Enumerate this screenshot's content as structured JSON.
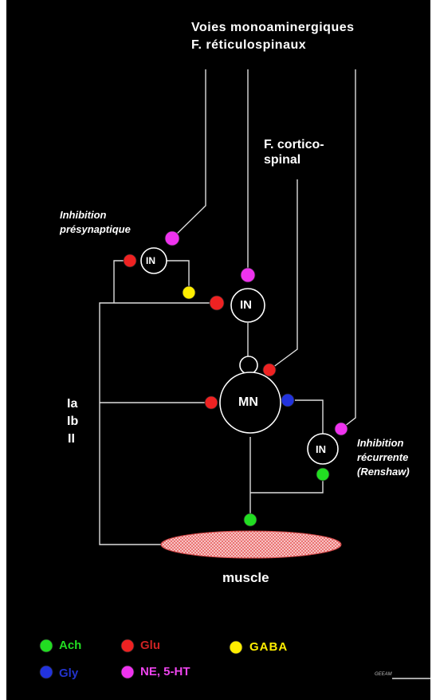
{
  "labels": {
    "voies_line1": "Voies monoaminergiques",
    "voies_line2": "F. réticulospinaux",
    "cortico_line1": "F. cortico-",
    "cortico_line2": "spinal",
    "inhib_pre_line1": "Inhibition",
    "inhib_pre_line2": "présynaptique",
    "inhib_rec_line1": "Inhibition",
    "inhib_rec_line2": "récurrente",
    "inhib_rec_line3": "(Renshaw)",
    "afferent_1": "Ia",
    "afferent_2": "Ib",
    "afferent_3": "II",
    "muscle": "muscle",
    "in_pre": "IN",
    "in_main": "IN",
    "mn": "MN",
    "in_renshaw": "IN",
    "signature": "GEEAM"
  },
  "legend": [
    {
      "label": "Ach",
      "color": "#22dd22",
      "text_color": "#22dd22"
    },
    {
      "label": "Glu",
      "color": "#ee2222",
      "text_color": "#cc2222"
    },
    {
      "label": "GABA",
      "color": "#ffee00",
      "text_color": "#ffee00"
    },
    {
      "label": "Gly",
      "color": "#2233dd",
      "text_color": "#2233cc"
    },
    {
      "label": "NE, 5-HT",
      "color": "#ee33ee",
      "text_color": "#ee44ee"
    }
  ],
  "colors": {
    "background": "#000000",
    "line": "#dddddd",
    "ach": "#22dd22",
    "glu": "#ee2222",
    "gaba": "#ffee00",
    "gly": "#2233dd",
    "ne_5ht": "#ee33ee",
    "muscle": "#f4a6a6"
  }
}
